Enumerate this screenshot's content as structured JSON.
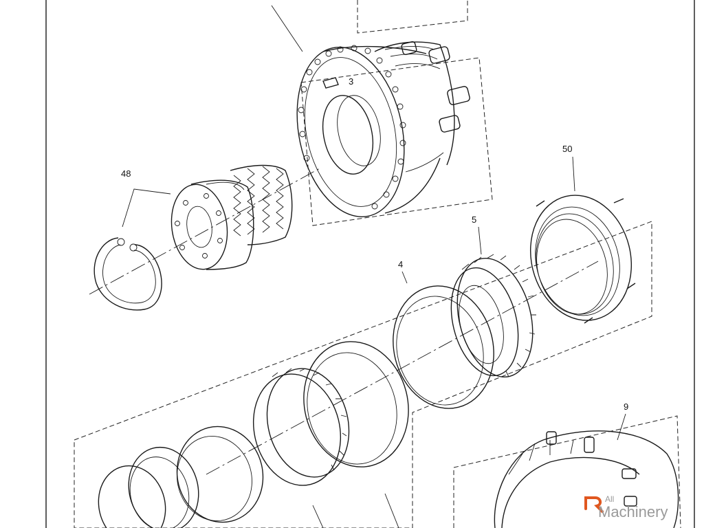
{
  "callouts": {
    "c48": "48",
    "c50": "50",
    "c5": "5",
    "c4": "4",
    "c9": "9",
    "c3": "3"
  },
  "watermark": {
    "line1": "All",
    "line2": "Machinery",
    "accent_color": "#e0571f"
  },
  "colors": {
    "ink": "#1a1a1a",
    "background": "#ffffff"
  }
}
